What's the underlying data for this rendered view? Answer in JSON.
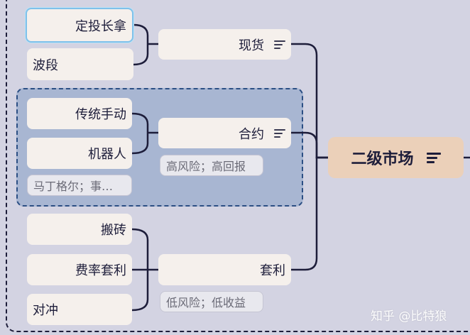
{
  "root": {
    "label": "二级市场"
  },
  "branches": {
    "spot": {
      "label": "现货",
      "children": [
        "定投长拿",
        "波段"
      ]
    },
    "contract": {
      "label": "合约",
      "note": "高风险；高回报",
      "children": [
        "传统手动",
        "机器人"
      ],
      "child_note": "马丁格尔；事…"
    },
    "arbitrage": {
      "label": "套利",
      "note": "低风险；低收益",
      "children": [
        "搬砖",
        "费率套利",
        "对冲"
      ]
    }
  },
  "watermark": "知乎 @比特狼",
  "colors": {
    "background": "#d3d3e2",
    "line": "#1d1d3a",
    "root_fill": "#ebd0b9",
    "group_fill": "#a8b6d2",
    "group_border": "#2c4f84",
    "node_fill": "#f5f0ec",
    "selected_border": "#7fc1ea"
  }
}
